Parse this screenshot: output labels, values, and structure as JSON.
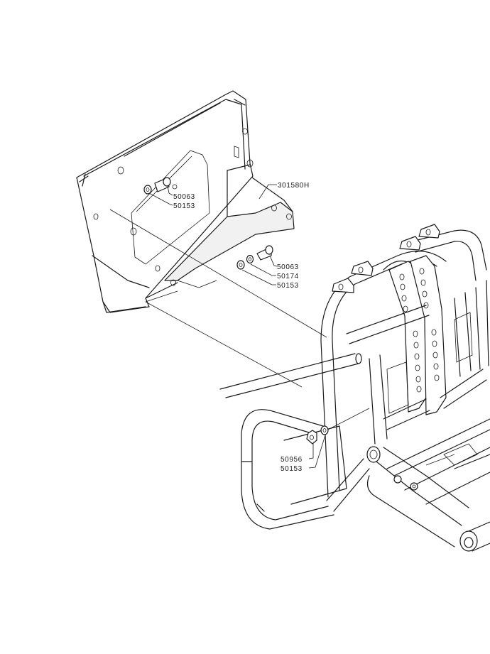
{
  "callouts": {
    "bracket_part": "301580H",
    "upper_bolt": "50063",
    "upper_washer": "50153",
    "mid_bolt": "50063",
    "mid_lock_washer": "50174",
    "mid_washer": "50153",
    "lower_nut": "50956",
    "lower_washer": "50153"
  }
}
